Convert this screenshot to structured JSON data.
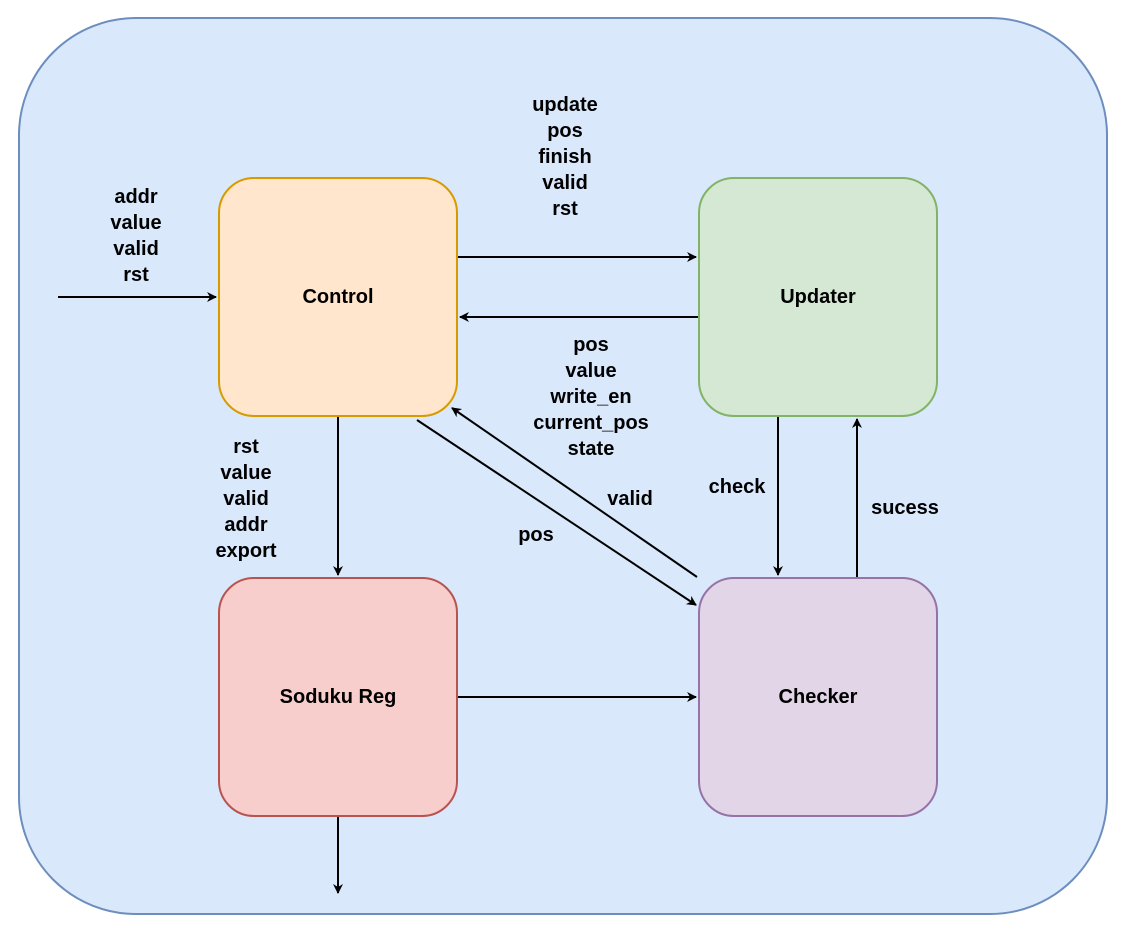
{
  "blocks": {
    "control": "Control",
    "updater": "Updater",
    "reg": "Soduku Reg",
    "checker": "Checker"
  },
  "labels": {
    "input": [
      "addr",
      "value",
      "valid",
      "rst"
    ],
    "control_to_updater": [
      "update",
      "pos",
      "finish",
      "valid",
      "rst"
    ],
    "updater_to_control": [
      "pos",
      "value",
      "write_en",
      "current_pos",
      "state"
    ],
    "control_to_reg": [
      "rst",
      "value",
      "valid",
      "addr",
      "export"
    ],
    "checker_to_control": "valid",
    "control_to_checker": "pos",
    "updater_to_checker": "check",
    "checker_to_updater": "sucess"
  },
  "colors": {
    "background_fill": "#dae8fc",
    "background_stroke": "#6c8ebf",
    "control_fill": "#ffe6cc",
    "control_stroke": "#d79b00",
    "updater_fill": "#d5e8d4",
    "updater_stroke": "#82b366",
    "reg_fill": "#f8cecc",
    "reg_stroke": "#b85450",
    "checker_fill": "#e1d5e7",
    "checker_stroke": "#9673a6"
  }
}
